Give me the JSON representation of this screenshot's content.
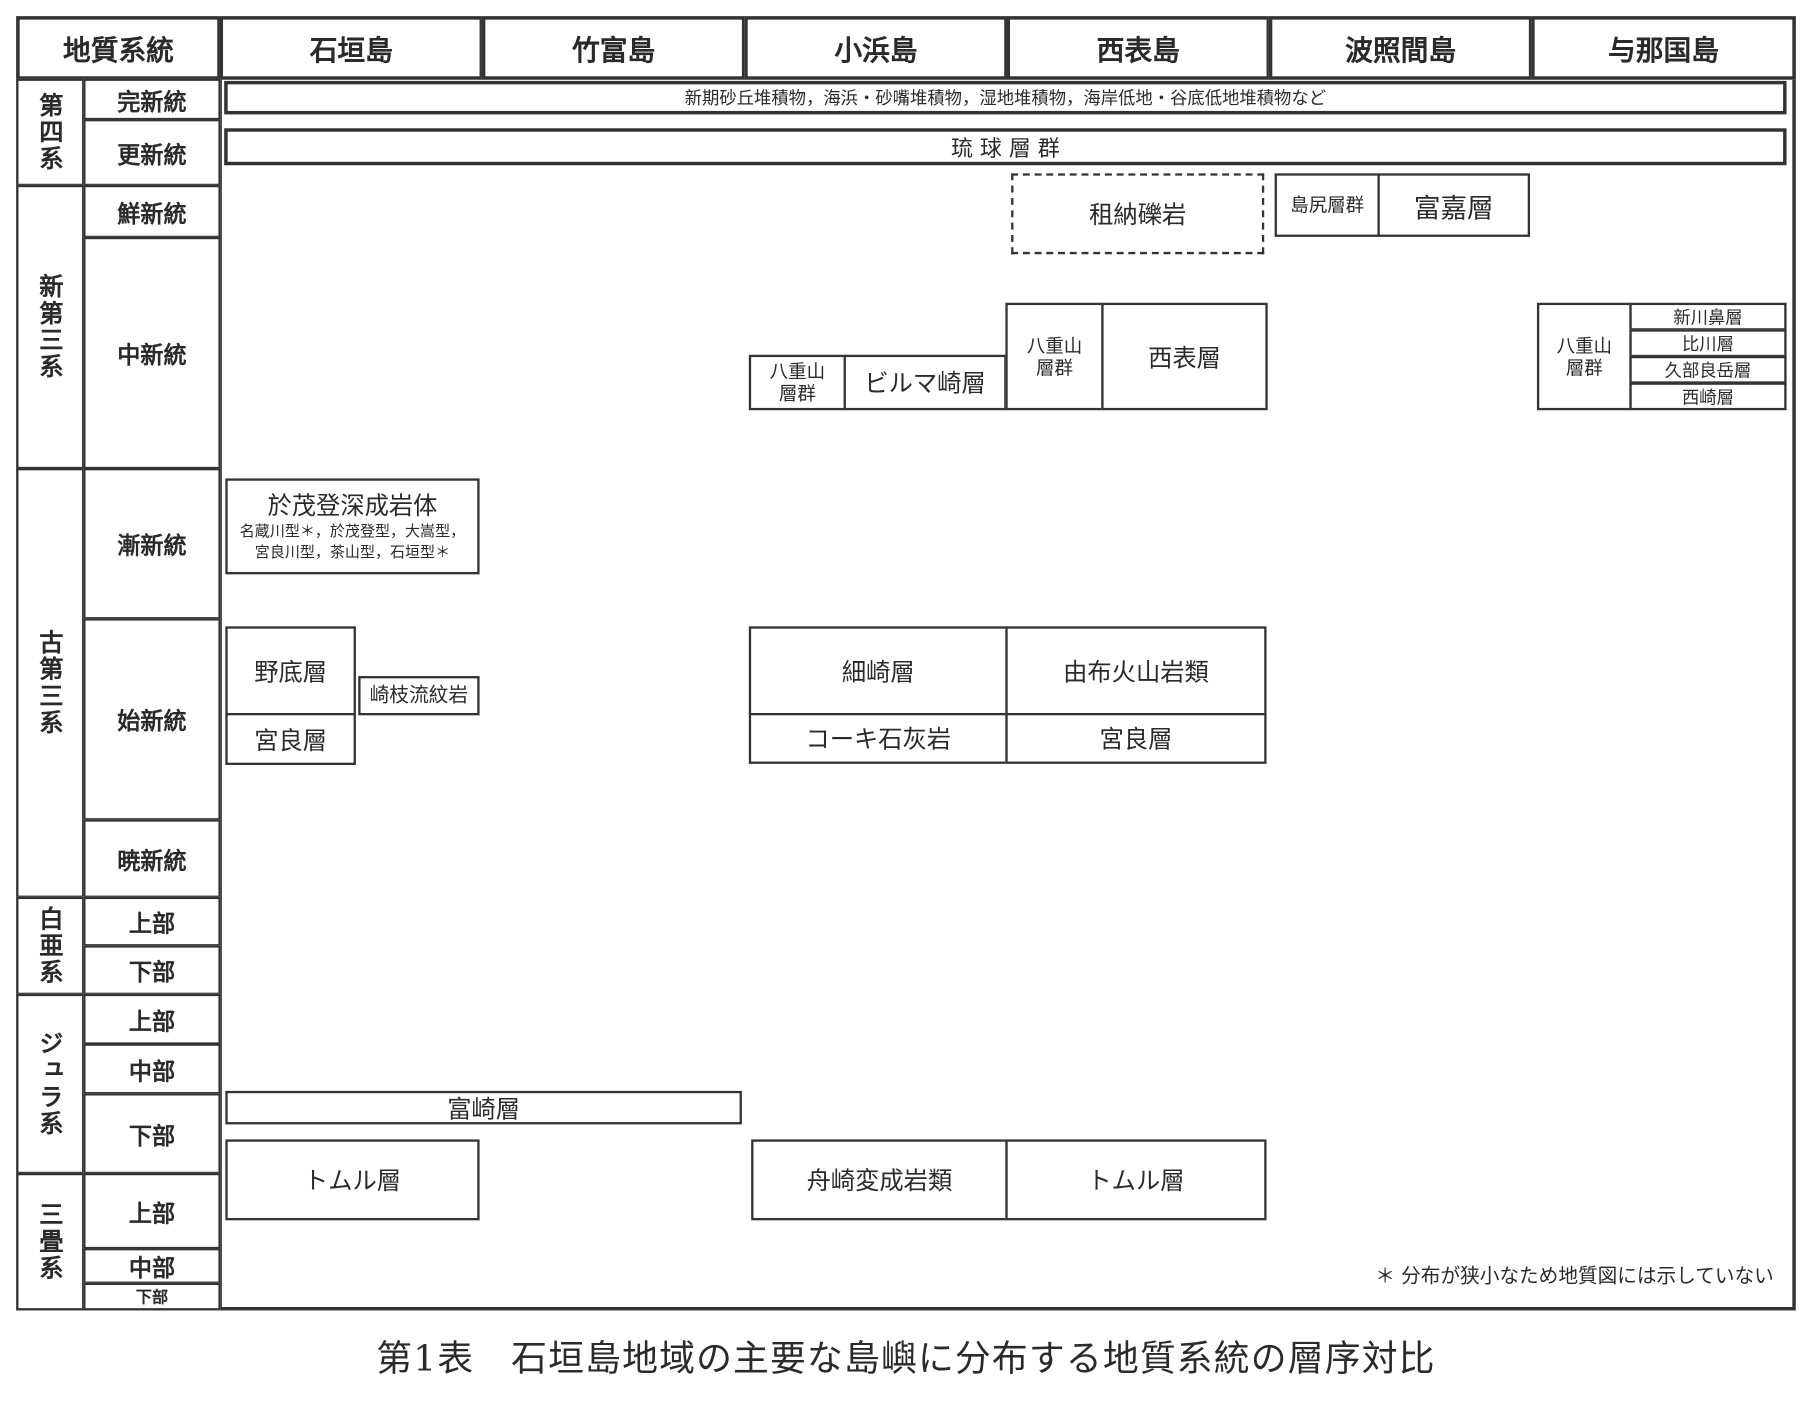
{
  "header": {
    "system_label": "地質系統",
    "islands": [
      "石垣島",
      "竹富島",
      "小浜島",
      "西表島",
      "波照間島",
      "与那国島"
    ]
  },
  "systems": [
    {
      "name": "第四系",
      "series": [
        "完新統",
        "更新統"
      ]
    },
    {
      "name": "新第三系",
      "series": [
        "鮮新統",
        "中新統"
      ]
    },
    {
      "name": "古第三系",
      "series": [
        "漸新統",
        "始新統",
        "暁新統"
      ]
    },
    {
      "name": "白亜系",
      "series": [
        "上部",
        "下部"
      ]
    },
    {
      "name": "ジュラ系",
      "series": [
        "上部",
        "中部",
        "下部"
      ]
    },
    {
      "name": "三畳系",
      "series": [
        "上部",
        "中部",
        "下部"
      ]
    }
  ],
  "units": {
    "holocene": "新期砂丘堆積物，海浜・砂嘴堆積物，湿地堆積物，海岸低地・谷底低地堆積物など",
    "ryukyu": "琉 球 層 群",
    "sonai": "租納礫岩",
    "shimajiri": "島尻層群",
    "fuka": "富嘉層",
    "yaeyama_kohama": "八重山\n層群",
    "biruma": "ビルマ崎層",
    "yaeyama_iriomote": "八重山\n層群",
    "iriomote": "西表層",
    "yaeyama_yonaguni": "八重山\n層群",
    "yonaguni_formations": [
      "新川鼻層",
      "比川層",
      "久部良岳層",
      "西崎層"
    ],
    "omoto": "於茂登深成岩体",
    "omoto_types_1": "名蔵川型＊，於茂登型，大嵩型，",
    "omoto_types_2": "宮良川型，茶山型，石垣型＊",
    "nosoko": "野底層",
    "miyara_ishigaki": "宮良層",
    "sakieda": "崎枝流紋岩",
    "hosozaki": "細崎層",
    "yubu": "由布火山岩類",
    "koki": "コーキ石灰岩",
    "miyara_iriomote": "宮良層",
    "fusaki": "富崎層",
    "tomuru_ishigaki": "トムル層",
    "funazaki": "舟崎変成岩類",
    "tomuru_iriomote": "トムル層"
  },
  "footnote": "＊ 分布が狭小なため地質図には示していない",
  "caption": "第1表　石垣島地域の主要な島嶼に分布する地質系統の層序対比"
}
